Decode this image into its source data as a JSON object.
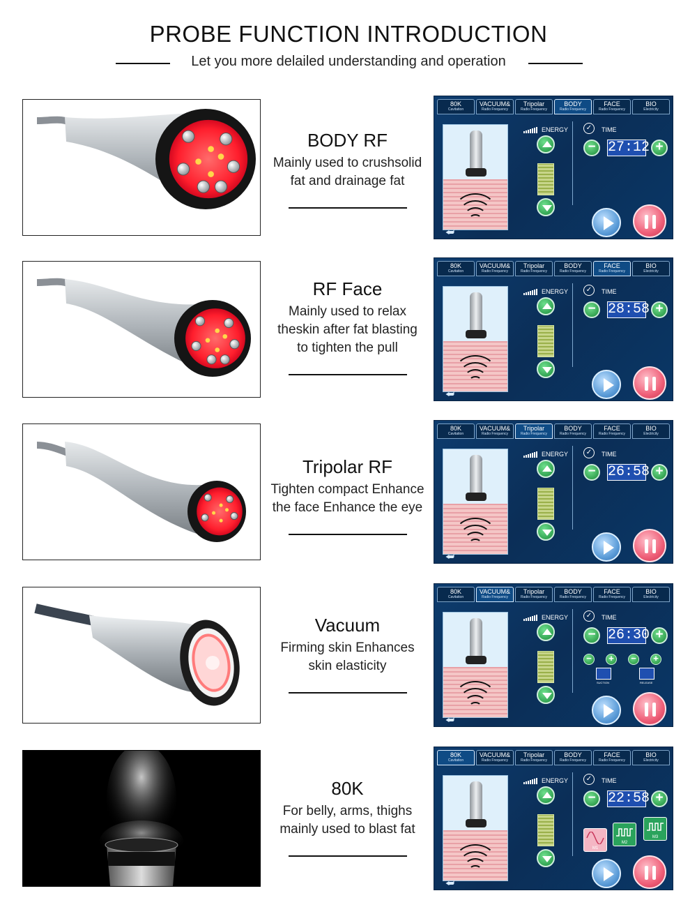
{
  "header": {
    "title": "PROBE FUNCTION INTRODUCTION",
    "subtitle": "Let you more delailed understanding and operation"
  },
  "screen_tabs": [
    {
      "label": "80K",
      "sub": "Cavitation"
    },
    {
      "label": "VACUUM&",
      "sub": "Radio Frequency"
    },
    {
      "label": "Tripolar",
      "sub": "Radio Frequency"
    },
    {
      "label": "BODY",
      "sub": "Radio Frequency"
    },
    {
      "label": "FACE",
      "sub": "Radio Frequency"
    },
    {
      "label": "BIO",
      "sub": "Electricity"
    }
  ],
  "screen_labels": {
    "energy": "ENERGY",
    "time": "TIME",
    "suction": "SUCTION",
    "release": "RELEASE"
  },
  "modes": [
    "M1",
    "M2",
    "M3"
  ],
  "colors": {
    "screen_bg": "#0d3c6e",
    "green_button": "#1a8c3a",
    "play_blue": "#5e9ed9",
    "pause_red": "#ef5f78",
    "led_red": "#ff2a2a"
  },
  "sections": [
    {
      "name": "BODY RF",
      "desc": [
        "Mainly used to crushsolid",
        "fat and drainage fat"
      ],
      "time": "27:12",
      "active_tab": 3
    },
    {
      "name": "RF Face",
      "desc": [
        "Mainly used to relax",
        "theskin after fat blasting",
        "to tighten the pull"
      ],
      "time": "28:58",
      "active_tab": 4
    },
    {
      "name": "Tripolar RF",
      "desc": [
        "Tighten compact Enhance",
        "the face Enhance the eye"
      ],
      "time": "26:58",
      "active_tab": 2
    },
    {
      "name": "Vacuum",
      "desc": [
        "Firming skin Enhances",
        "skin elasticity"
      ],
      "time": "26:30",
      "active_tab": 1
    },
    {
      "name": "80K",
      "desc": [
        "For belly, arms, thighs",
        "mainly used to blast fat"
      ],
      "time": "22:58",
      "active_tab": 0
    }
  ]
}
